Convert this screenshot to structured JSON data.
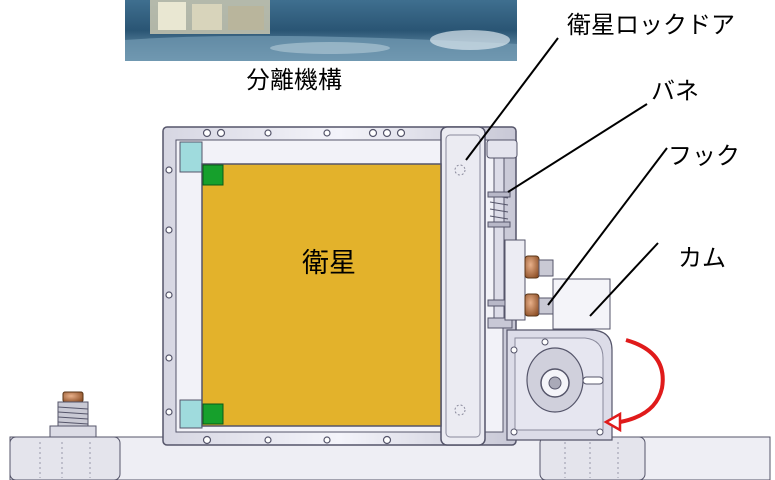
{
  "labels": {
    "separation_mechanism": "分離機構",
    "satellite_lock_door": "衛星ロックドア",
    "spring": "バネ",
    "hook": "フック",
    "cam": "カム",
    "satellite": "衛星"
  },
  "colors": {
    "satellite_panel": "#e3b22b",
    "frame": "#e6e6f0",
    "frame_edge": "#55556a",
    "green_block": "#16a02c",
    "cyan_block": "#9fdbdd",
    "copper": "#c07a45",
    "arrow": "#e01b1b",
    "photo_blue": "#1e5c86"
  },
  "icons": {
    "rotation_arrow": "curved-arrow-icon"
  }
}
